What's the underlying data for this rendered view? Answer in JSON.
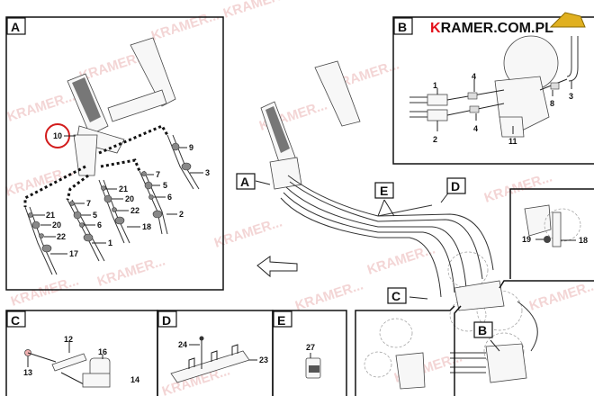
{
  "brand": {
    "text": "KRAMER.COM.PL",
    "accent_letter": "K",
    "accent_color": "#e3101a"
  },
  "watermark": "KRAMER...",
  "panels": {
    "A": {
      "tag": "A",
      "labels": [
        "10",
        "9",
        "3",
        "7",
        "5",
        "6",
        "21",
        "20",
        "22",
        "18",
        "2",
        "7",
        "5",
        "6",
        "1",
        "21",
        "20",
        "22",
        "17"
      ]
    },
    "B": {
      "tag": "B",
      "labels": [
        "1",
        "4",
        "4",
        "2",
        "11",
        "8",
        "3"
      ]
    },
    "C": {
      "tag": "C",
      "labels": [
        "12",
        "16",
        "13",
        "14"
      ]
    },
    "D": {
      "tag": "D",
      "labels": [
        "24",
        "23"
      ]
    },
    "E": {
      "tag": "E",
      "labels": [
        "27"
      ]
    },
    "detail": {
      "labels": [
        "19",
        "18"
      ]
    }
  },
  "callouts": {
    "A": "A",
    "E": "E",
    "D": "D",
    "C": "C",
    "B": "B"
  },
  "highlight_color": "#d21c1c"
}
